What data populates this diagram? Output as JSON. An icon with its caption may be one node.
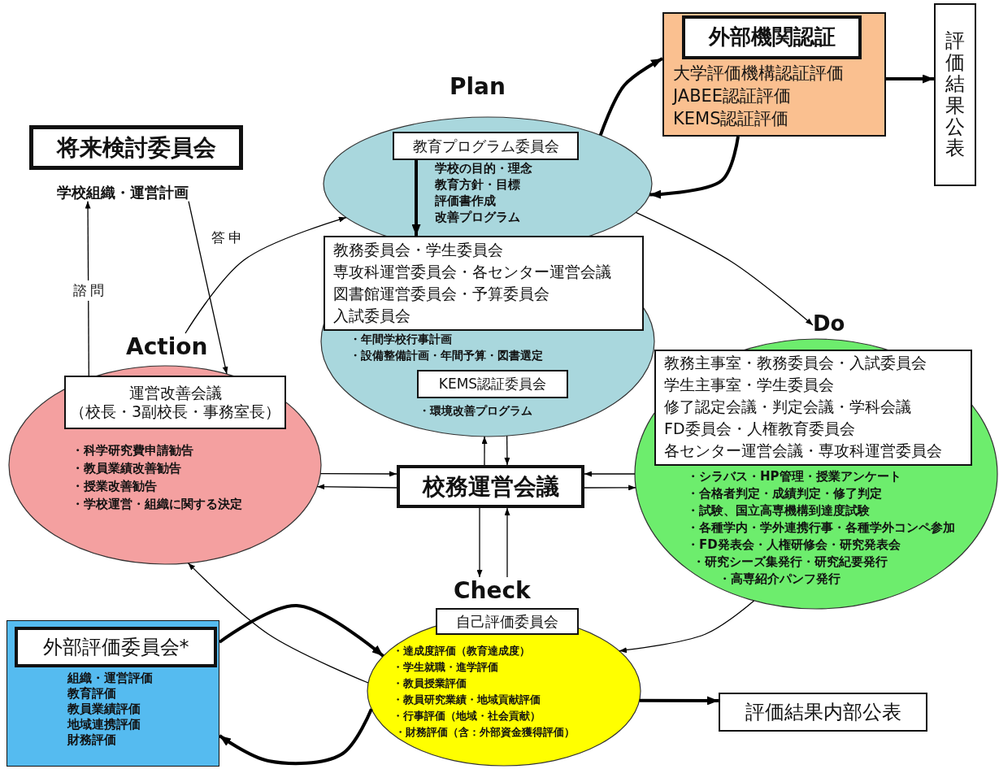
{
  "diagram": {
    "nodes": [
      {
        "text": [
          "Plan",
          "学校の目的・理念",
          "教育方針・目標",
          "評価書作成",
          "改善プログラム",
          "・年間学校行事計画",
          "・設備整備計画・年間予算・図書選定",
          "・環境改善プログラム"
        ]
      },
      {
        "text": [
          "教育プログラム委員会"
        ],
        "in": 0
      },
      {
        "text": [
          "教務委員会・学生委員会",
          "専攻科運営委員会・各センター運営会議",
          "図書館運営委員会・予算委員会",
          "入試委員会"
        ],
        "in": 0
      },
      {
        "text": [
          "KEMS認証委員会"
        ],
        "in": 0
      },
      {
        "text": [
          "大学評価機構認証評価",
          "JABEE認証評価",
          "KEMS認証評価"
        ]
      },
      {
        "text": [
          "外部機関認証"
        ],
        "in": 4
      },
      {
        "text": [
          "評価結果公表"
        ]
      },
      {
        "text": [
          "将来検討委員会"
        ],
        "beside": [
          "学校組織・運営計画"
        ]
      },
      {
        "text": [
          "Action",
          "・科学研究費申請勧告",
          "・教員業績改善勧告",
          "・授業改善勧告",
          "・学校運営・組織に関する決定"
        ]
      },
      {
        "text": [
          "運営改善会議",
          "（校長・3副校長・事務室長）"
        ],
        "in": 8
      },
      {
        "text": [
          "校務運営会議"
        ]
      },
      {
        "text": [
          "Do",
          "・シラバス・HP管理・授業アンケート",
          "・合格者判定・成績判定・修了判定",
          "・試験、国立高専機構到達度試験",
          "・各種学内・学外連携行事・各種学外コンペ参加",
          "・FD発表会・人権研修会・研究発表会",
          "・研究シーズ集発行・研究紀要発行",
          "・高専紹介パンフ発行"
        ]
      },
      {
        "text": [
          "教務主事室・教務委員会・入試委員会",
          "学生主事室・学生委員会",
          "修了認定会議・判定会議・学科会議",
          "FD委員会・人権教育委員会",
          "各センター運営会議・専攻科運営委員会"
        ],
        "in": 11
      },
      {
        "text": [
          "Check",
          "・達成度評価（教育達成度）",
          "・学生就職・進学評価",
          "・教員授業評価",
          "・教員研究業績・地域貢献評価",
          "・行事評価（地域・社会貢献）",
          "・財務評価（含：外部資金獲得評価）"
        ]
      },
      {
        "text": [
          "自己評価委員会"
        ]
      },
      {
        "text": [
          "組織・運営評価",
          "教育評価",
          "教員業績評価",
          "地域連携評価",
          "財務評価"
        ]
      },
      {
        "text": [
          "外部評価委員会*"
        ],
        "in": 15
      },
      {
        "text": [
          "評価結果内部公表"
        ]
      }
    ],
    "edges": [
      {
        "from": 0,
        "to": 4,
        "arrow": "to",
        "style": "thick"
      },
      {
        "from": 4,
        "to": 0,
        "arrow": "to",
        "style": "thick"
      },
      {
        "from": 4,
        "to": 6,
        "arrow": "to",
        "style": "thick"
      },
      {
        "from": 1,
        "to": 2,
        "arrow": "to",
        "style": "thick"
      },
      {
        "from": 0,
        "to": 11,
        "arrow": "to"
      },
      {
        "from": 11,
        "to": 13,
        "arrow": "to"
      },
      {
        "from": 13,
        "to": 17,
        "arrow": "to",
        "style": "thick"
      },
      {
        "from": 13,
        "to": 8,
        "arrow": "to"
      },
      {
        "from": 8,
        "to": 0,
        "arrow": "to"
      },
      {
        "from": 15,
        "to": 13,
        "arrow": "to",
        "style": "thick"
      },
      {
        "from": 13,
        "to": 15,
        "arrow": "to",
        "style": "thick"
      },
      {
        "from": 8,
        "to": 7,
        "arrow": "to",
        "label": "諮問"
      },
      {
        "from": 7,
        "to": 8,
        "arrow": "to",
        "label": "答申"
      },
      {
        "from": 8,
        "to": 10,
        "arrow": "to"
      },
      {
        "from": 10,
        "to": 8,
        "arrow": "to"
      },
      {
        "from": 11,
        "to": 10,
        "arrow": "to"
      },
      {
        "from": 10,
        "to": 11,
        "arrow": "to"
      },
      {
        "from": 10,
        "to": 0,
        "arrow": "to"
      },
      {
        "from": 0,
        "to": 10,
        "arrow": "to"
      },
      {
        "from": 10,
        "to": 13,
        "arrow": "to"
      },
      {
        "from": 13,
        "to": 10,
        "arrow": "to"
      }
    ]
  }
}
